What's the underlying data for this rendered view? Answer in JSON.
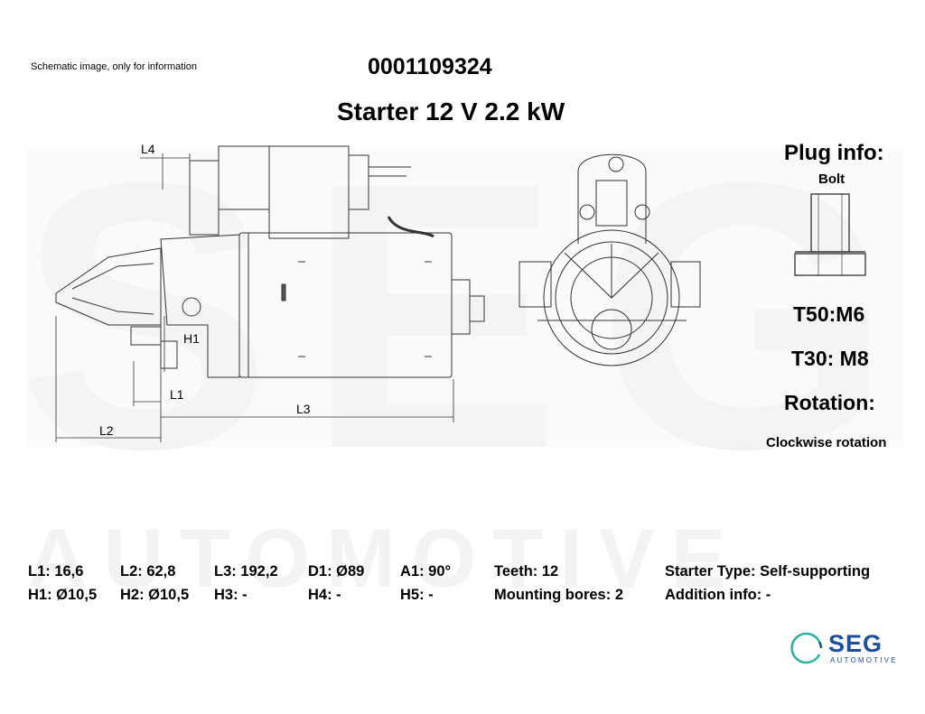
{
  "header": {
    "disclaimer": "Schematic image, only for information",
    "part_number": "0001109324",
    "subtitle": "Starter 12 V 2.2 kW"
  },
  "drawing_labels": {
    "l1": "L1",
    "l2": "L2",
    "l3": "L3",
    "l4": "L4",
    "h1": "H1"
  },
  "plug_info": {
    "title": "Plug info:",
    "type": "Bolt",
    "t50": "T50:M6",
    "t30": "T30: M8",
    "rotation_title": "Rotation:",
    "rotation_value": "Clockwise rotation"
  },
  "specs": {
    "row1": [
      {
        "id": "l1",
        "text": "L1: 16,6"
      },
      {
        "id": "l2",
        "text": "L2: 62,8"
      },
      {
        "id": "l3",
        "text": "L3: 192,2"
      },
      {
        "id": "d1",
        "text": "D1: Ø89"
      },
      {
        "id": "a1",
        "text": "A1: 90°"
      },
      {
        "id": "teeth",
        "text": "Teeth: 12"
      },
      {
        "id": "starter-type",
        "text": "Starter Type:  Self-supporting"
      }
    ],
    "row2": [
      {
        "id": "h1",
        "text": "H1: Ø10,5"
      },
      {
        "id": "h2",
        "text": "H2: Ø10,5"
      },
      {
        "id": "h3",
        "text": "H3: -"
      },
      {
        "id": "h4",
        "text": "H4: -"
      },
      {
        "id": "h5",
        "text": "H5: -"
      },
      {
        "id": "mounting-bores",
        "text": "Mounting bores: 2"
      },
      {
        "id": "addition-info",
        "text": "Addition info: -"
      }
    ]
  },
  "logo": {
    "text": "SEG",
    "sub": "AUTOMOTIVE",
    "color": "#1d4f9c",
    "accent": "#2bb3a0"
  },
  "watermark": {
    "big": "SEG",
    "wide": "AUTOMOTIVE"
  }
}
